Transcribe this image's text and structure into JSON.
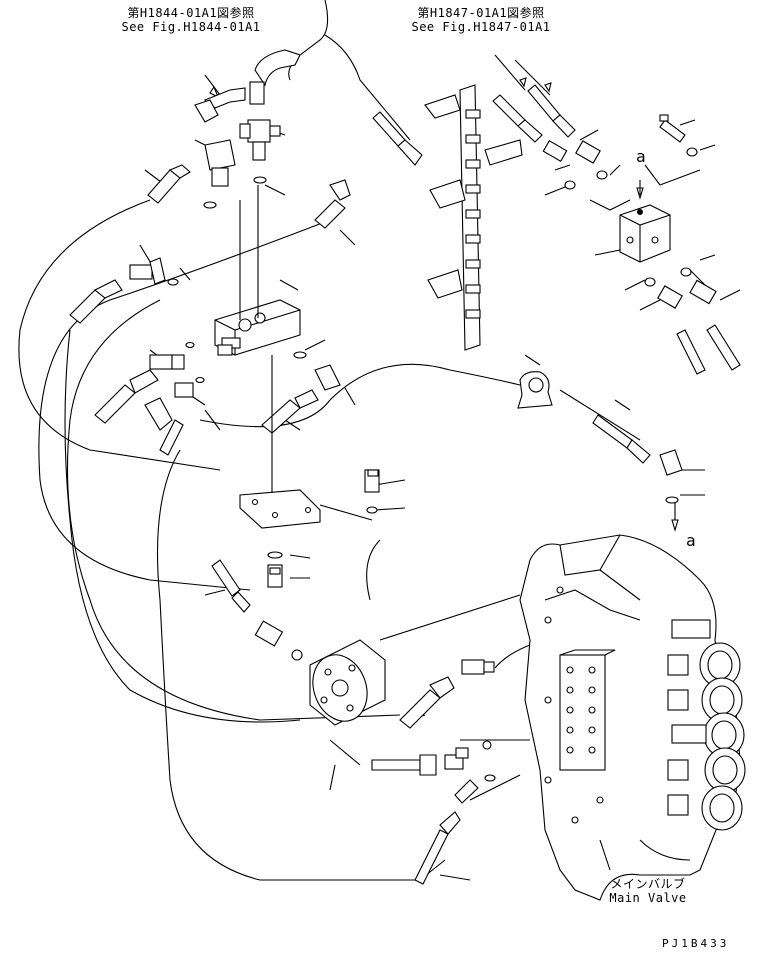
{
  "references": {
    "left": {
      "jp": "第H1844-01A1図参照",
      "en": "See Fig.H1844-01A1"
    },
    "right": {
      "jp": "第H1847-01A1図参照",
      "en": "See Fig.H1847-01A1"
    }
  },
  "markers": {
    "top_a": "a",
    "bottom_a": "a"
  },
  "main_valve": {
    "jp": "メインバルブ",
    "en": "Main Valve"
  },
  "figure_code": "PJ1B433"
}
